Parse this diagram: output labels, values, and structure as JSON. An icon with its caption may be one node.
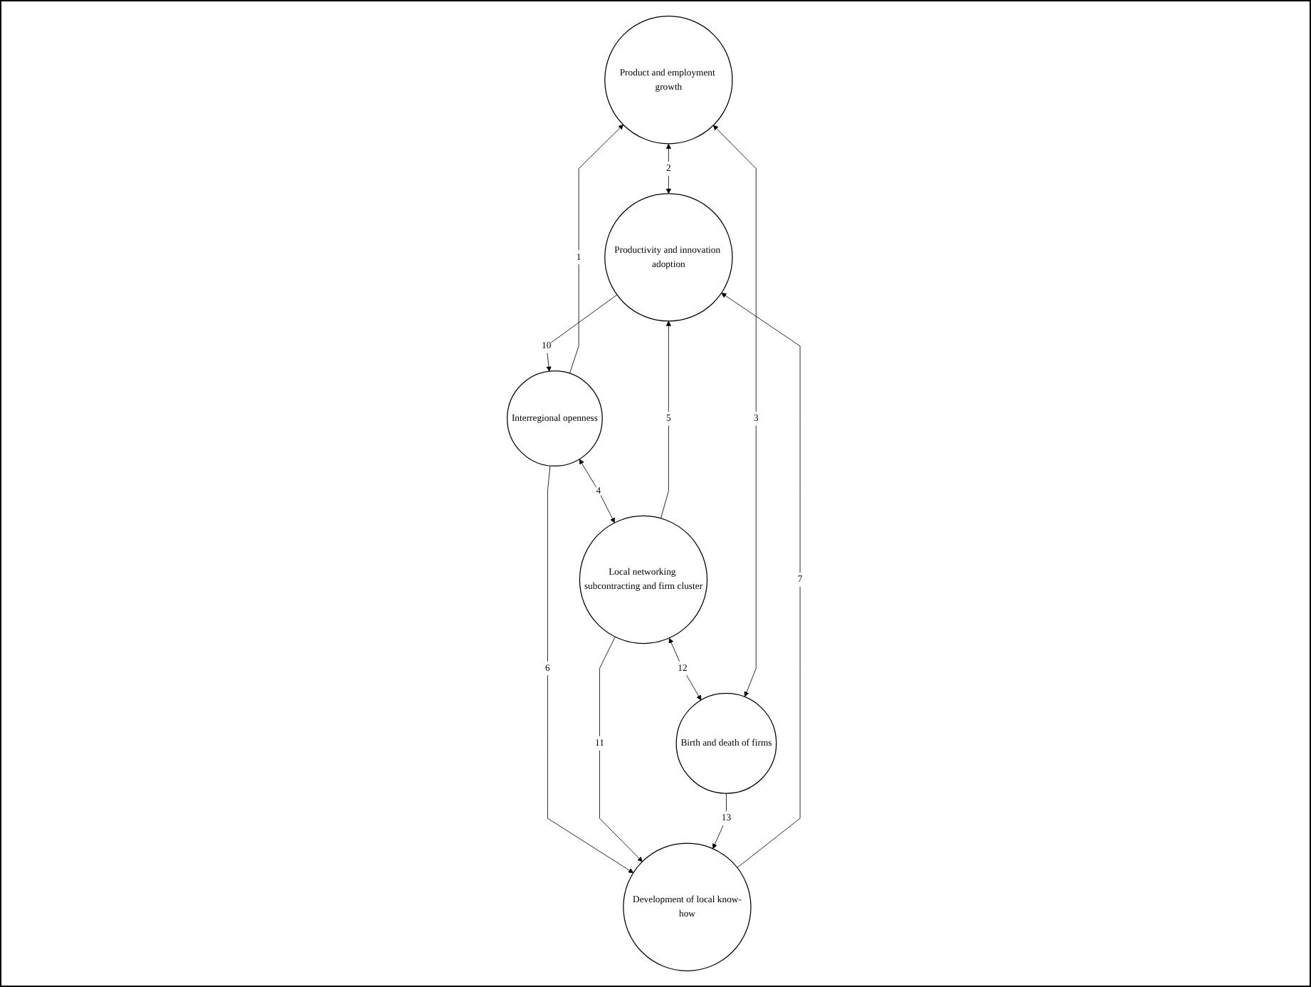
{
  "diagram": {
    "nodes": [
      {
        "text": [
          "Product and employment growth"
        ]
      },
      {
        "text": [
          "Interregional openness"
        ]
      },
      {
        "text": [
          "Productivity and innovation adoption"
        ]
      },
      {
        "text": [
          "Local networking subcontracting and firm cluster"
        ]
      },
      {
        "text": [
          "Development of local know-how"
        ]
      },
      {
        "text": [
          "Birth and death of firms"
        ]
      }
    ],
    "edges": [
      {
        "from": 1,
        "to": 0,
        "arrow": "to",
        "label": "1"
      },
      {
        "from": 0,
        "to": 2,
        "arrow": "both",
        "label": "2"
      },
      {
        "from": 5,
        "to": 0,
        "arrow": "both",
        "label": "3"
      },
      {
        "from": 1,
        "to": 3,
        "arrow": "both",
        "label": "4"
      },
      {
        "from": 3,
        "to": 2,
        "arrow": "to",
        "label": "5"
      },
      {
        "from": 1,
        "to": 4,
        "arrow": "to",
        "label": "6"
      },
      {
        "from": 4,
        "to": 2,
        "arrow": "to",
        "label": "7"
      },
      {
        "from": 2,
        "to": 1,
        "arrow": "to",
        "label": "10"
      },
      {
        "from": 3,
        "to": 4,
        "arrow": "to",
        "label": "11"
      },
      {
        "from": 3,
        "to": 5,
        "arrow": "both",
        "label": "12"
      },
      {
        "from": 5,
        "to": 4,
        "arrow": "to",
        "label": "13"
      }
    ]
  }
}
